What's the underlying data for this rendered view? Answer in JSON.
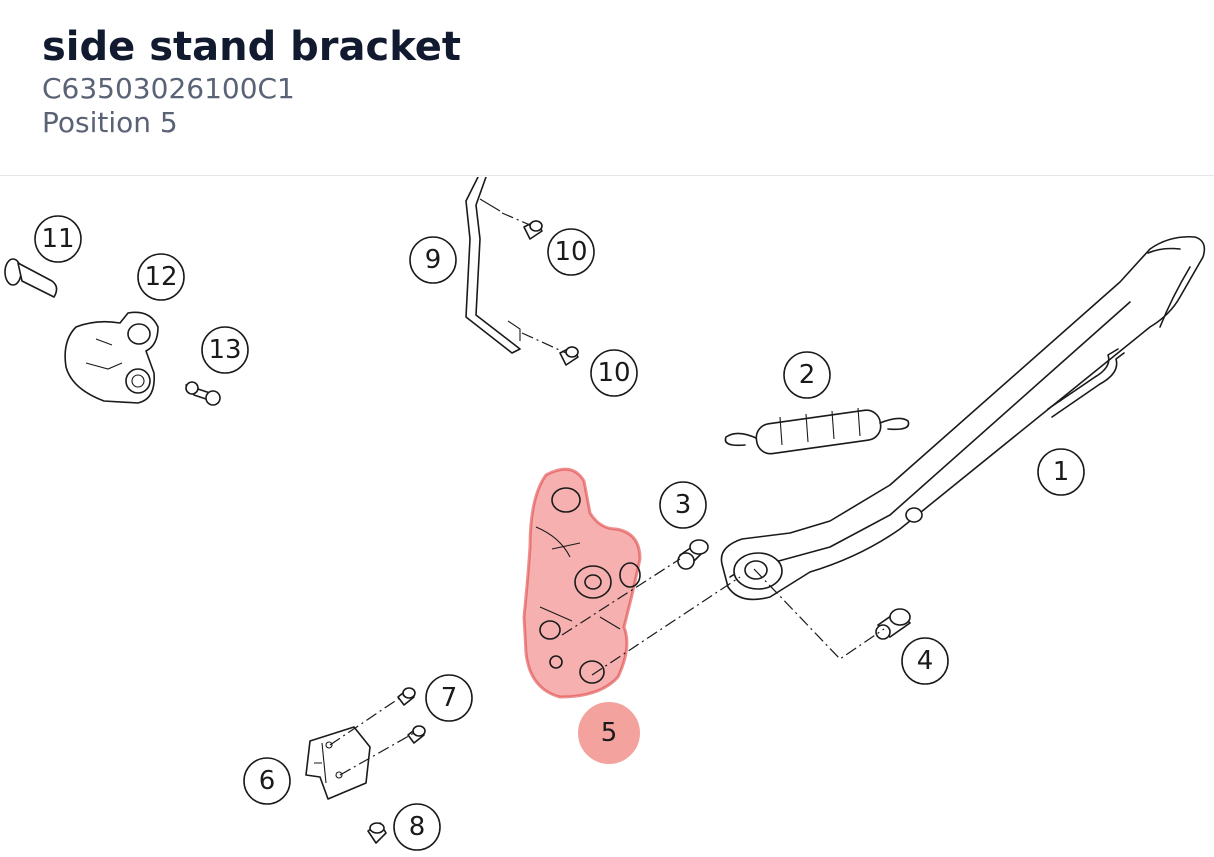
{
  "header": {
    "title": "side stand bracket",
    "part_number": "C63503026100C1",
    "position": "Position 5"
  },
  "diagram": {
    "highlighted_position": "5",
    "highlight_color": "#eb5050",
    "callouts": [
      {
        "id": "1",
        "label": "1"
      },
      {
        "id": "2",
        "label": "2"
      },
      {
        "id": "3",
        "label": "3"
      },
      {
        "id": "4",
        "label": "4"
      },
      {
        "id": "5",
        "label": "5"
      },
      {
        "id": "6",
        "label": "6"
      },
      {
        "id": "7",
        "label": "7"
      },
      {
        "id": "8",
        "label": "8"
      },
      {
        "id": "9",
        "label": "9"
      },
      {
        "id": "10a",
        "label": "10"
      },
      {
        "id": "10b",
        "label": "10"
      },
      {
        "id": "11",
        "label": "11"
      },
      {
        "id": "12",
        "label": "12"
      },
      {
        "id": "13",
        "label": "13"
      }
    ]
  }
}
